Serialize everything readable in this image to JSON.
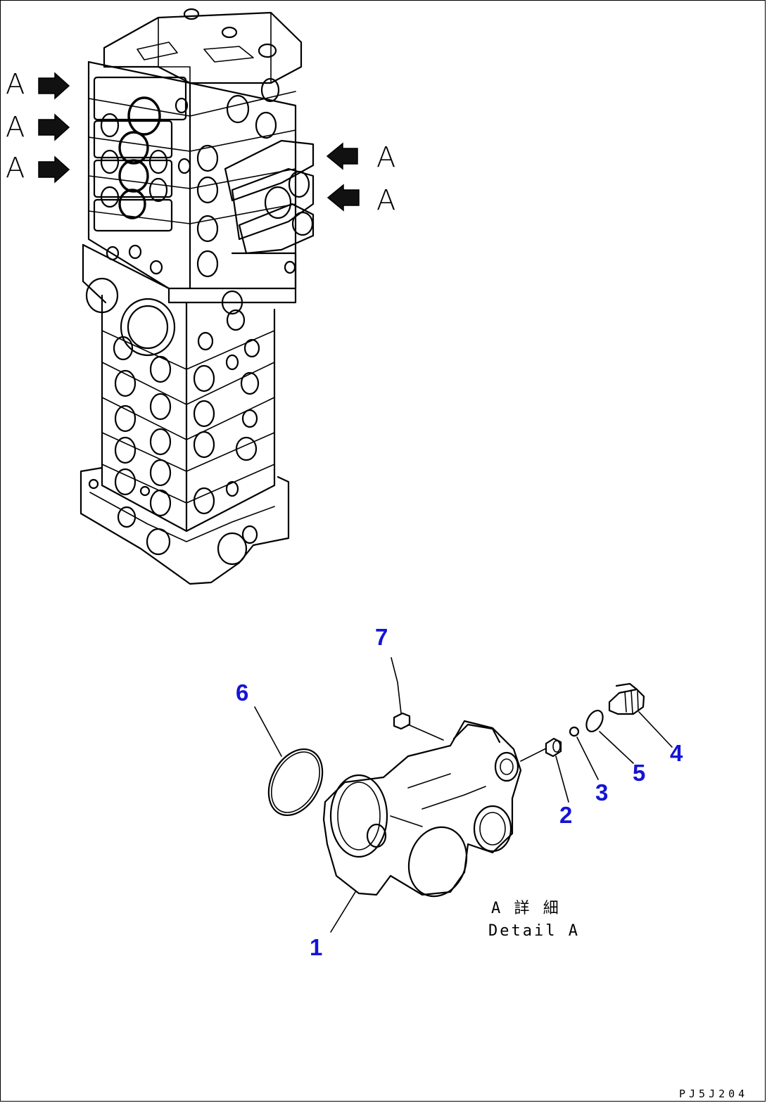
{
  "view_labels": [
    "A",
    "A",
    "A",
    "A",
    "A"
  ],
  "callouts": [
    {
      "number": "1"
    },
    {
      "number": "2"
    },
    {
      "number": "3"
    },
    {
      "number": "4"
    },
    {
      "number": "5"
    },
    {
      "number": "6"
    },
    {
      "number": "7"
    }
  ],
  "detail_caption": {
    "jp": "A 詳 細",
    "en": "Detail A"
  },
  "drawing_code": "PJ5J204",
  "colors": {
    "line": "#000000",
    "callout": "#1414d6",
    "background": "#ffffff"
  }
}
